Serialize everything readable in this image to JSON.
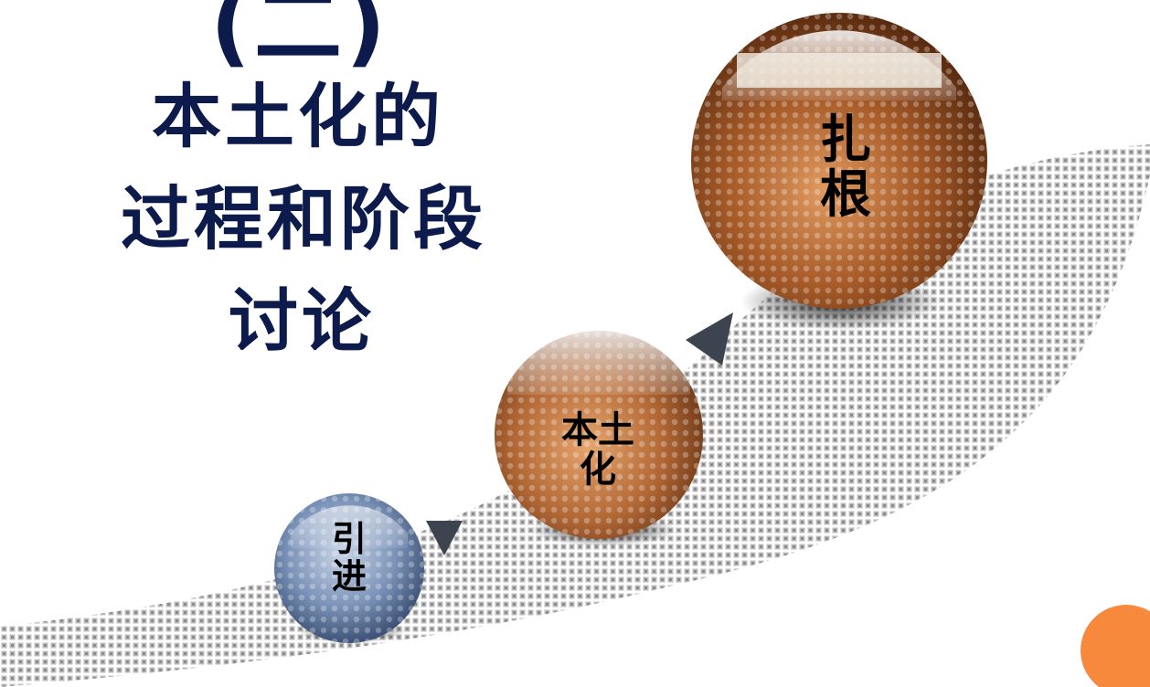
{
  "title": {
    "top_fragment": "(二)",
    "line1": "本土化的",
    "line2": "过程和阶段",
    "line3": "讨论"
  },
  "stages": [
    {
      "label": "引进",
      "color": "#7f96b8"
    },
    {
      "label": "本土化",
      "color": "#b36a33"
    },
    {
      "label": "扎根",
      "color": "#9a5222"
    }
  ],
  "colors": {
    "title": "#0d1b4c",
    "band_dots": "#b9b9b9",
    "arrow": "#3d4450",
    "accent_circle": "#f7893c"
  },
  "icons": {
    "arrow": "triangle-arrow-icon",
    "corner": "orange-circle-icon"
  }
}
